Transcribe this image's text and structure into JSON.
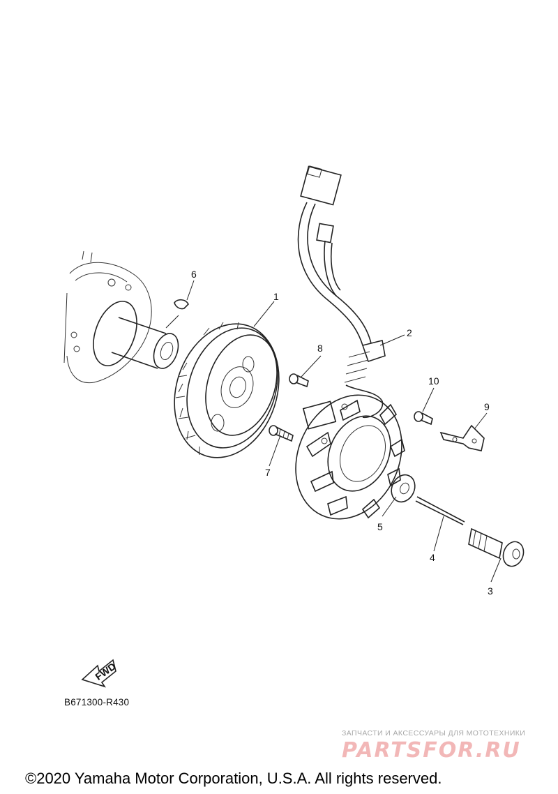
{
  "diagram": {
    "callouts": [
      "1",
      "2",
      "3",
      "4",
      "5",
      "6",
      "7",
      "8",
      "9",
      "10"
    ],
    "fwd_label": "FWD",
    "diagram_code": "B671300-R430"
  },
  "watermark": {
    "tagline": "ЗАПЧАСТИ И АКСЕССУАРЫ ДЛЯ МОТОТЕХНИКИ",
    "logo": "PARTSFOR.RU"
  },
  "footer": {
    "copyright": "©2020 Yamaha Motor Corporation, U.S.A. All rights reserved."
  }
}
